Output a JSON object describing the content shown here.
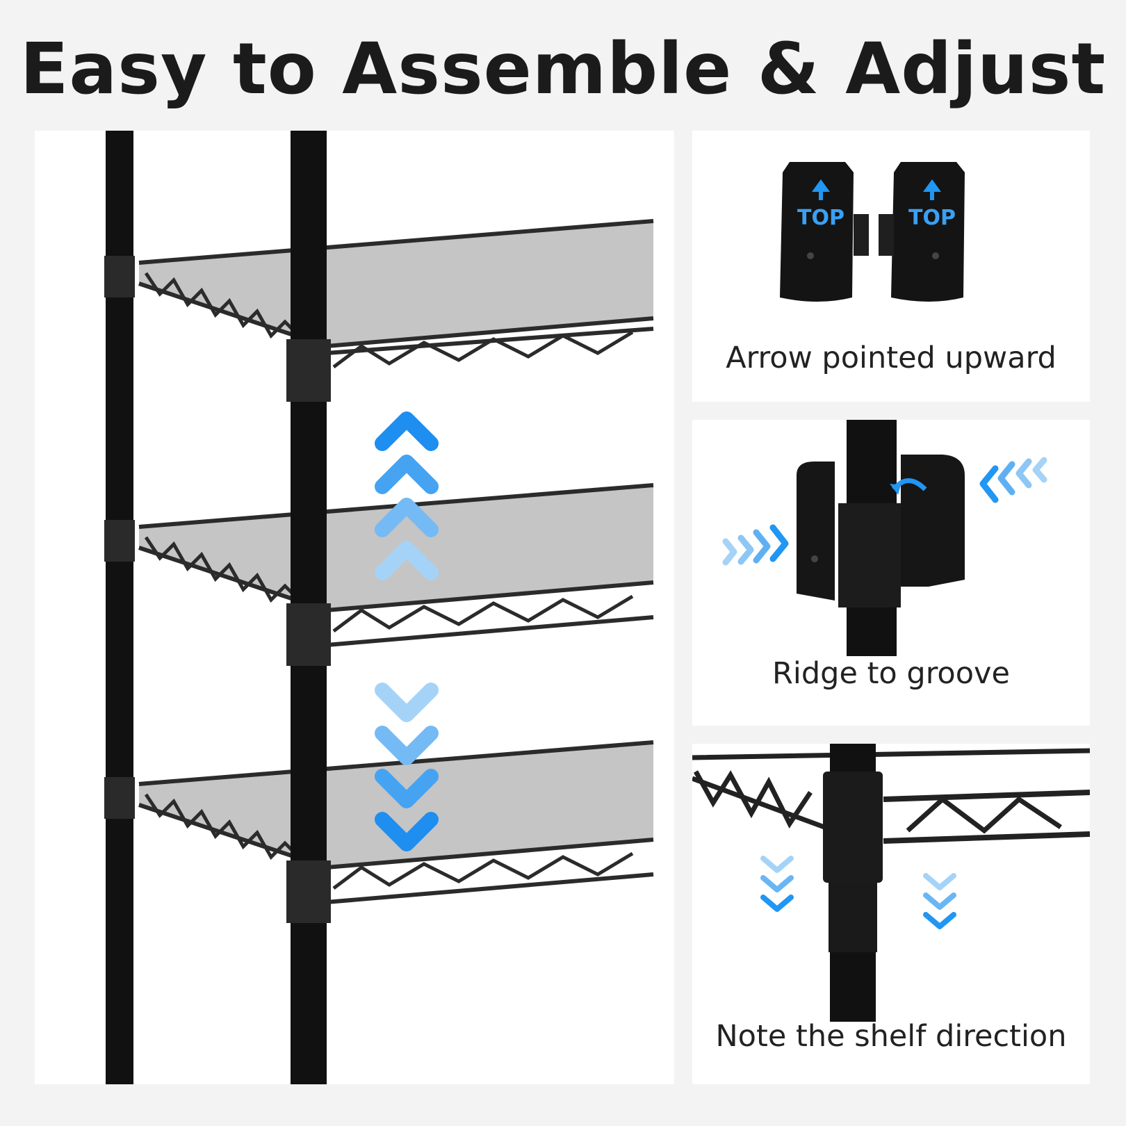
{
  "header": {
    "title": "Easy to Assemble & Adjust"
  },
  "panels": {
    "top_sleeve": {
      "caption": "Arrow pointed upward",
      "label_left": "TOP",
      "label_right": "TOP"
    },
    "ridge": {
      "caption": "Ridge to groove"
    },
    "shelf_direction": {
      "caption": "Note the shelf direction"
    }
  },
  "colors": {
    "accent_blue": "#2196f3",
    "light_blue": "#8ec9f5",
    "frame_black": "#111111",
    "wire_gray": "#3a3a3a"
  },
  "icons": [
    "chevron-up-icon",
    "chevron-down-icon",
    "arrow-up-icon",
    "curved-arrow-icon",
    "chevron-right-icon",
    "chevron-left-icon"
  ]
}
